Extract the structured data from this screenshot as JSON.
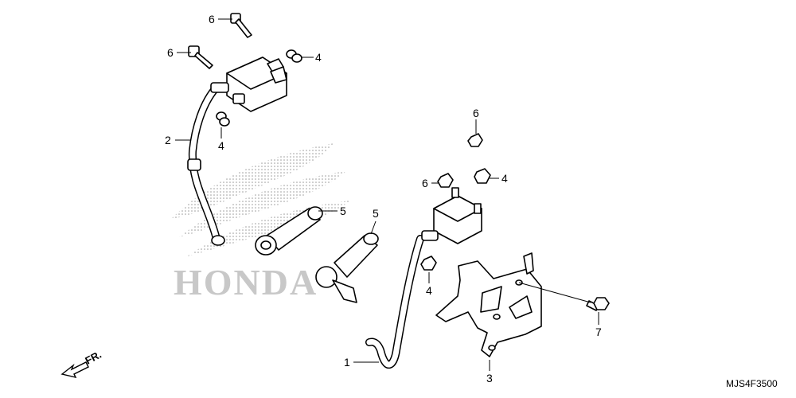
{
  "diagram_code": "MJS4F3500",
  "watermark": {
    "text": "HONDA",
    "color": "#c8c8c8"
  },
  "direction": {
    "label": "FR.",
    "icon": "front-direction-arrow-icon"
  },
  "callouts": [
    {
      "id": "c1",
      "label": "1"
    },
    {
      "id": "c2",
      "label": "2"
    },
    {
      "id": "c3",
      "label": "3"
    },
    {
      "id": "c4a",
      "label": "4"
    },
    {
      "id": "c4b",
      "label": "4"
    },
    {
      "id": "c4c",
      "label": "4"
    },
    {
      "id": "c4d",
      "label": "4"
    },
    {
      "id": "c5a",
      "label": "5"
    },
    {
      "id": "c5b",
      "label": "5"
    },
    {
      "id": "c6a",
      "label": "6"
    },
    {
      "id": "c6b",
      "label": "6"
    },
    {
      "id": "c6c",
      "label": "6"
    },
    {
      "id": "c6d",
      "label": "6"
    },
    {
      "id": "c7",
      "label": "7"
    }
  ]
}
